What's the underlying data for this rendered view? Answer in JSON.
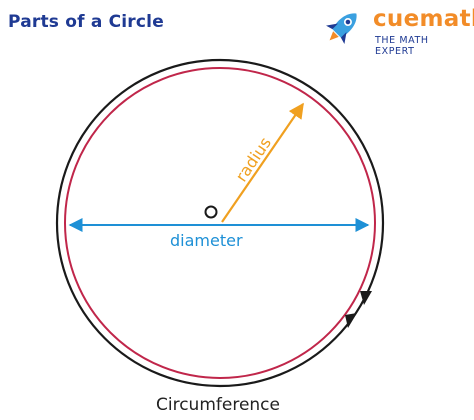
{
  "title": "Parts of a Circle",
  "brand": {
    "name": "cuemath",
    "tagline": "THE MATH EXPERT"
  },
  "labels": {
    "center": "O",
    "radius": "radius",
    "diameter": "diameter",
    "circumference": "Circumference"
  },
  "colors": {
    "title": "#1f3a93",
    "brand_orange": "#f28c28",
    "circle_outer": "#1a1a1a",
    "circle_inner": "#c0264a",
    "radius": "#f0a020",
    "diameter": "#1e90d6"
  },
  "icons": [
    "rocket-icon"
  ]
}
